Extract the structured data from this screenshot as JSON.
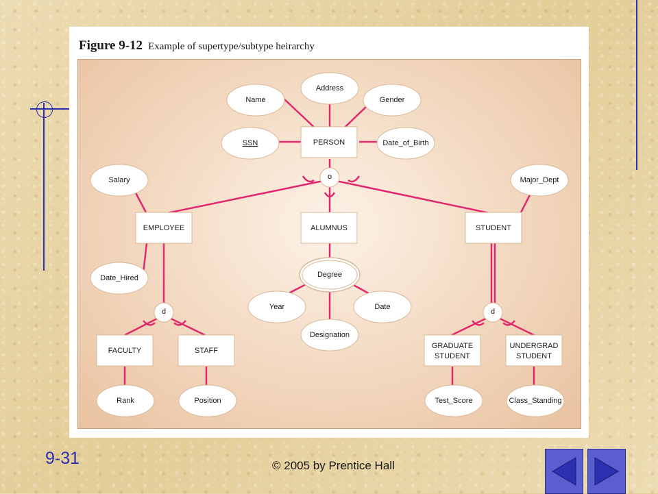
{
  "slide": {
    "number": "9-31",
    "copyright": "© 2005 by Prentice Hall",
    "nav": {
      "prev_icon": "triangle-left-icon",
      "next_icon": "triangle-right-icon"
    }
  },
  "figure": {
    "number": "Figure 9-12",
    "caption": "Example of supertype/subtype heirarchy"
  },
  "diagram": {
    "entities": {
      "person": "PERSON",
      "employee": "EMPLOYEE",
      "alumnus": "ALUMNUS",
      "student": "STUDENT",
      "faculty": "FACULTY",
      "staff": "STAFF",
      "graduate_student": [
        "GRADUATE",
        "STUDENT"
      ],
      "undergrad_student": [
        "UNDERGRAD",
        "STUDENT"
      ]
    },
    "attributes": {
      "name": "Name",
      "address": "Address",
      "gender": "Gender",
      "ssn": "SSN",
      "date_of_birth": "Date_of_Birth",
      "salary": "Salary",
      "major_dept": "Major_Dept",
      "date_hired": "Date_Hired",
      "degree": "Degree",
      "year": "Year",
      "date": "Date",
      "designation": "Designation",
      "rank": "Rank",
      "position": "Position",
      "test_score": "Test_Score",
      "class_standing": "Class_Standing"
    },
    "constraints": {
      "overlap": "o",
      "disjoint_employee": "d",
      "disjoint_student": "d"
    },
    "colors": {
      "line": "#e0286e",
      "entity_fill": "#ffffff",
      "guide": "#2b2fb0"
    }
  }
}
